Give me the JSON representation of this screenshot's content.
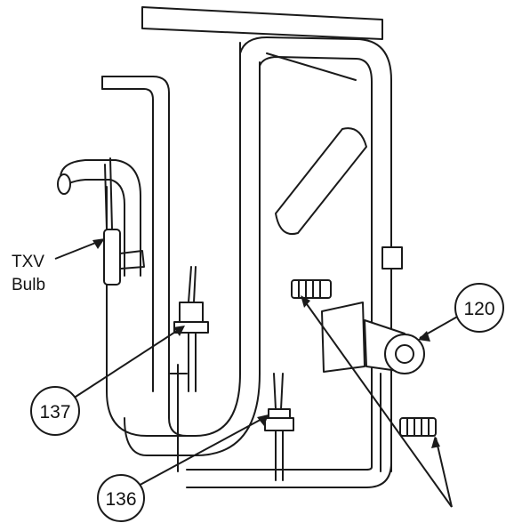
{
  "labels": {
    "txv_line1": "TXV",
    "txv_line2": "Bulb"
  },
  "callouts": [
    {
      "id": "120",
      "text": "120"
    },
    {
      "id": "137",
      "text": "137"
    },
    {
      "id": "136",
      "text": "136"
    }
  ],
  "colors": {
    "line": "#1a1a1a",
    "pipe_fill": "#ffffff",
    "background": "#ffffff"
  }
}
